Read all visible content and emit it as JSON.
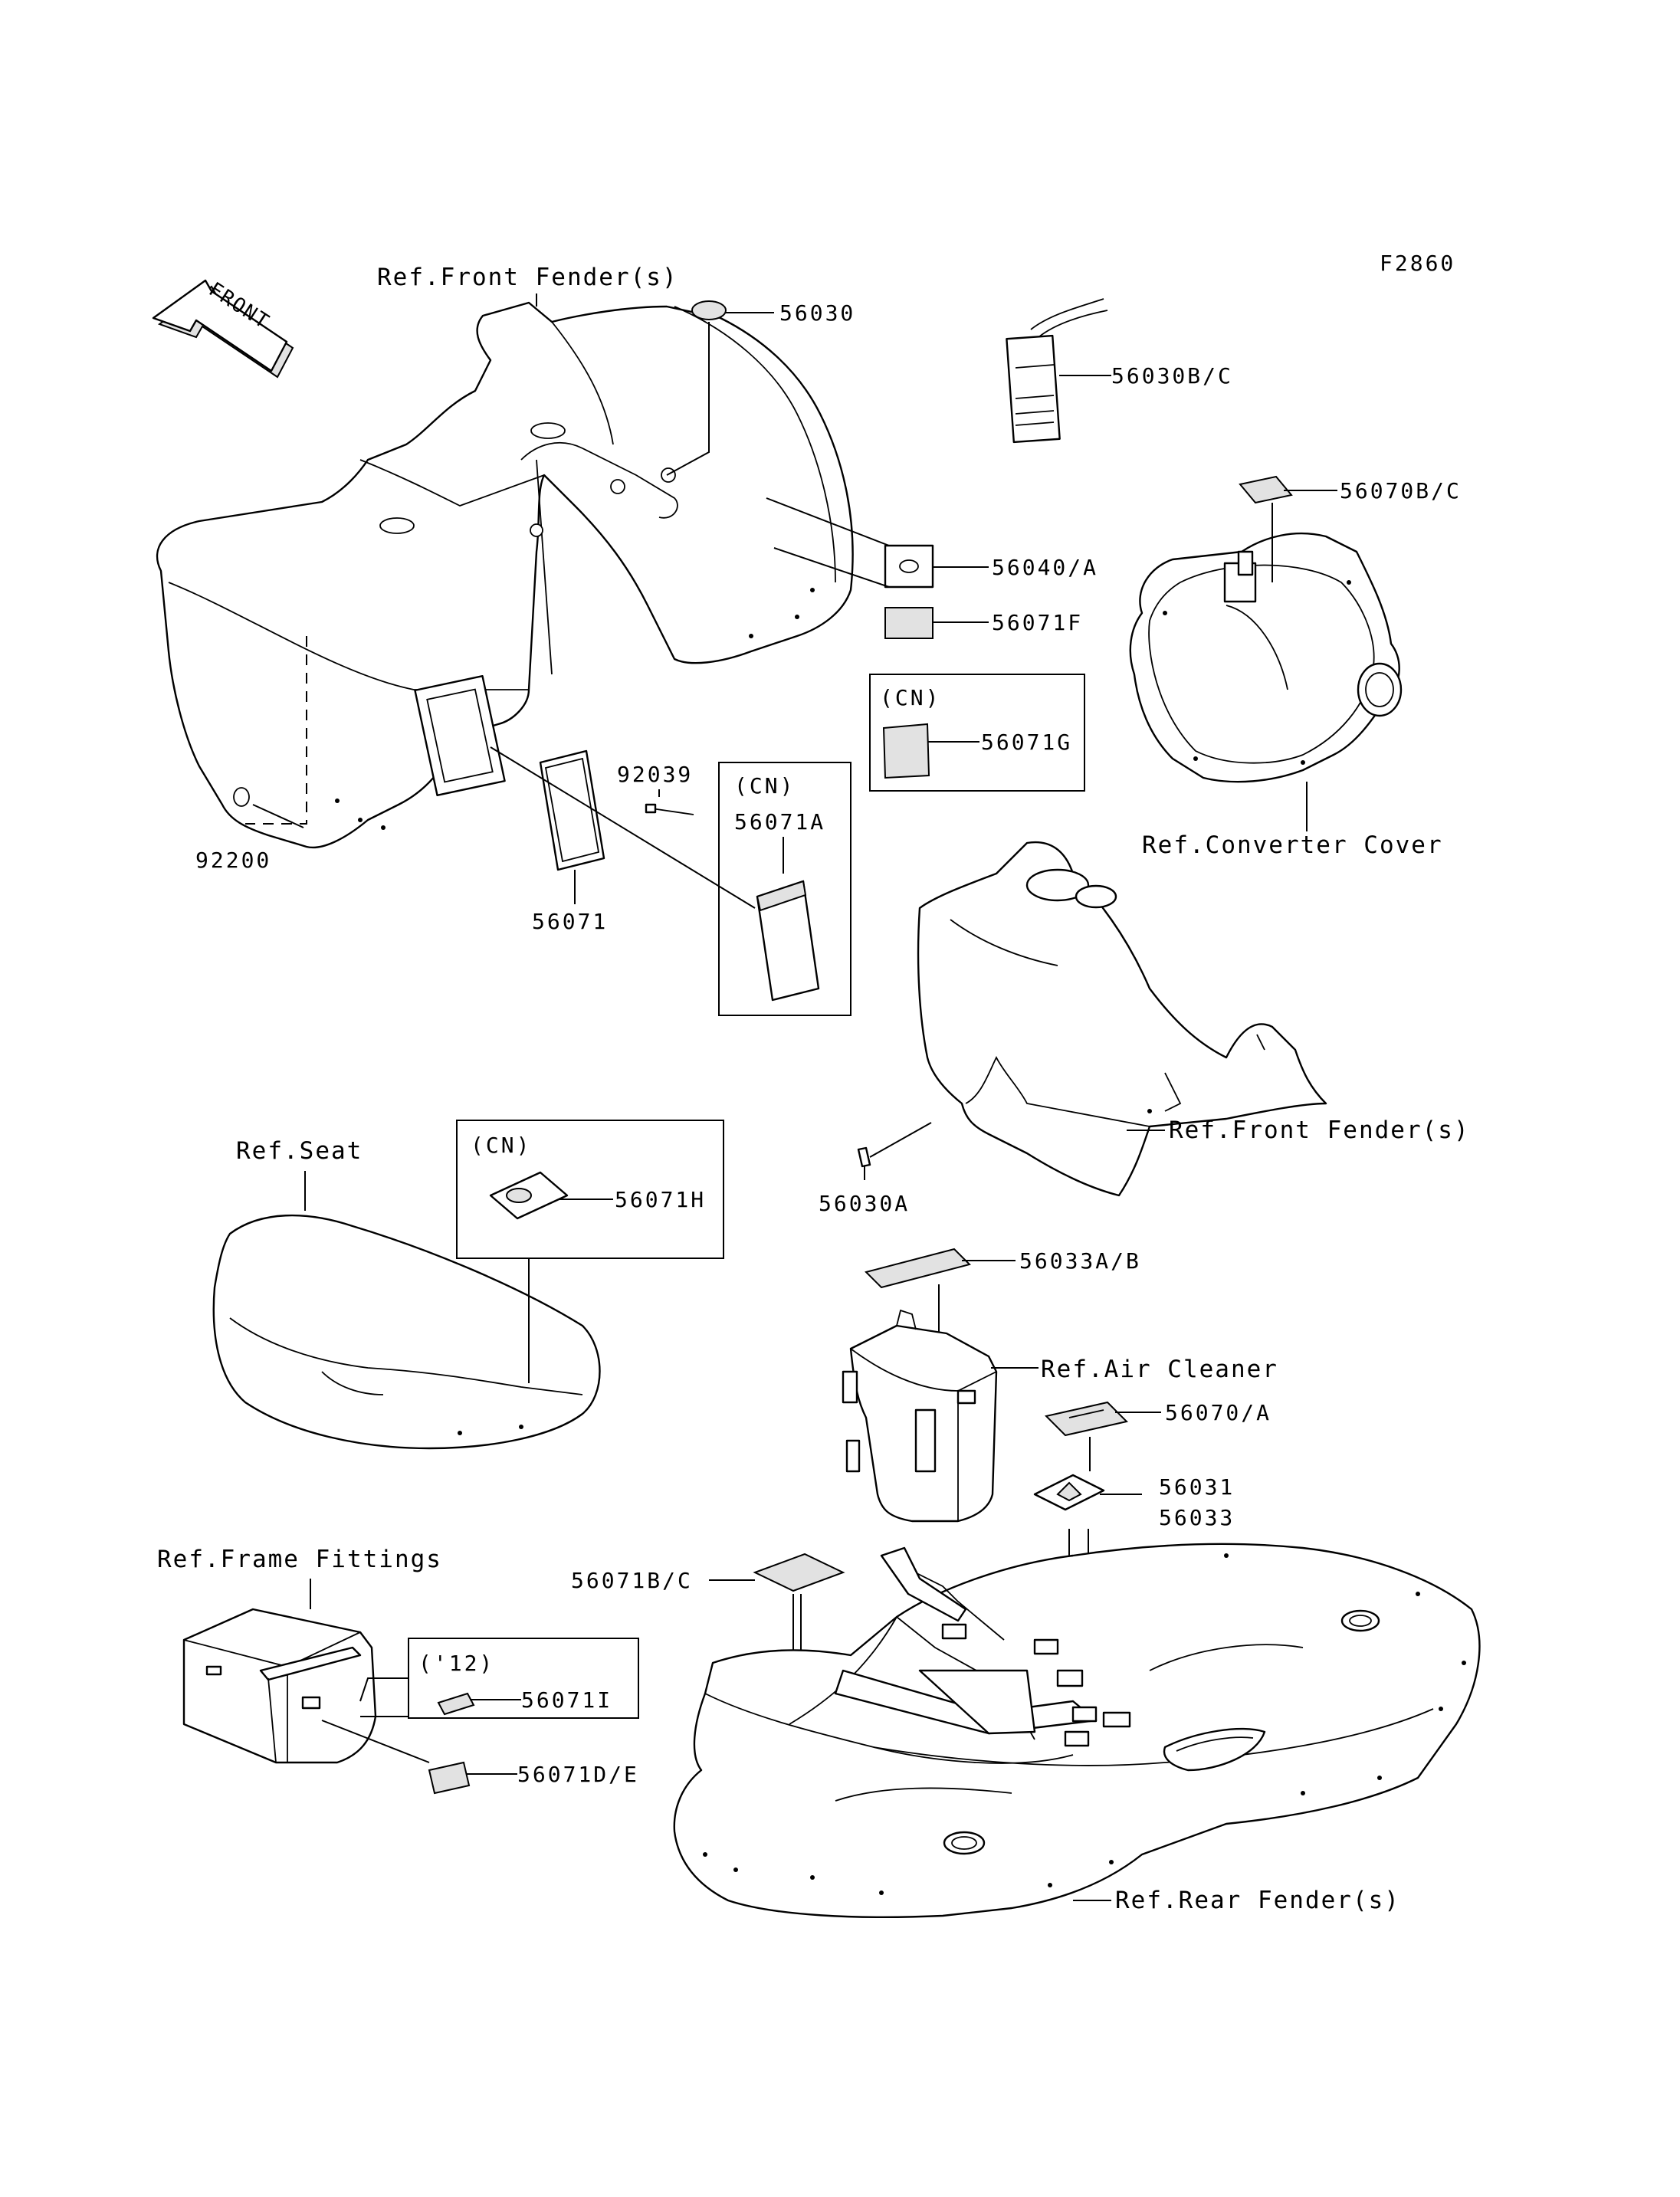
{
  "figure_code": "F2860",
  "front_arrow": "FRONT",
  "refs": {
    "front_fender_top": "Ref.Front Fender(s)",
    "front_fender_mid": "Ref.Front Fender(s)",
    "converter_cover": "Ref.Converter Cover",
    "seat": "Ref.Seat",
    "air_cleaner": "Ref.Air Cleaner",
    "frame_fittings": "Ref.Frame Fittings",
    "rear_fender": "Ref.Rear Fender(s)"
  },
  "variant_boxes": {
    "cn_56071G": "(CN)",
    "cn_56071A": "(CN)",
    "cn_56071H": "(CN)",
    "y12_56071I": "('12)"
  },
  "parts": {
    "p56030": "56030",
    "p56030BC": "56030B/C",
    "p56070BC": "56070B/C",
    "p56040A": "56040/A",
    "p56071F": "56071F",
    "p56071G": "56071G",
    "p92039": "92039",
    "p56071A": "56071A",
    "p92200": "92200",
    "p56071": "56071",
    "p56030A": "56030A",
    "p56071H": "56071H",
    "p56033AB": "56033A/B",
    "p56070A": "56070/A",
    "p56031": "56031",
    "p56033": "56033",
    "p56071BC": "56071B/C",
    "p56071I": "56071I",
    "p56071DE": "56071D/E"
  }
}
